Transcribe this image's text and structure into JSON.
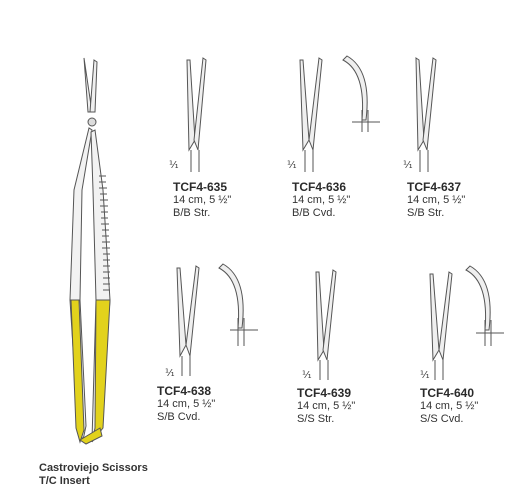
{
  "catalog": {
    "title_line1": "Castroviejo Scissors",
    "title_line2": "T/C Insert",
    "scale_mark": "¹⁄₁",
    "items": [
      {
        "code": "TCF4-635",
        "size": "14 cm,  5 ½\"",
        "type": "B/B Str."
      },
      {
        "code": "TCF4-636",
        "size": "14 cm,  5 ½\"",
        "type": "B/B Cvd."
      },
      {
        "code": "TCF4-637",
        "size": "14 cm,  5 ½\"",
        "type": "S/B Str."
      },
      {
        "code": "TCF4-638",
        "size": "14 cm,  5 ½\"",
        "type": "S/B Cvd."
      },
      {
        "code": "TCF4-639",
        "size": "14 cm,  5 ½\"",
        "type": "S/S Str."
      },
      {
        "code": "TCF4-640",
        "size": "14 cm,  5 ½\"",
        "type": "S/S Cvd."
      }
    ]
  },
  "colors": {
    "insert_gold": "#e2d21c",
    "outline": "#555555",
    "metal": "#efefef"
  }
}
